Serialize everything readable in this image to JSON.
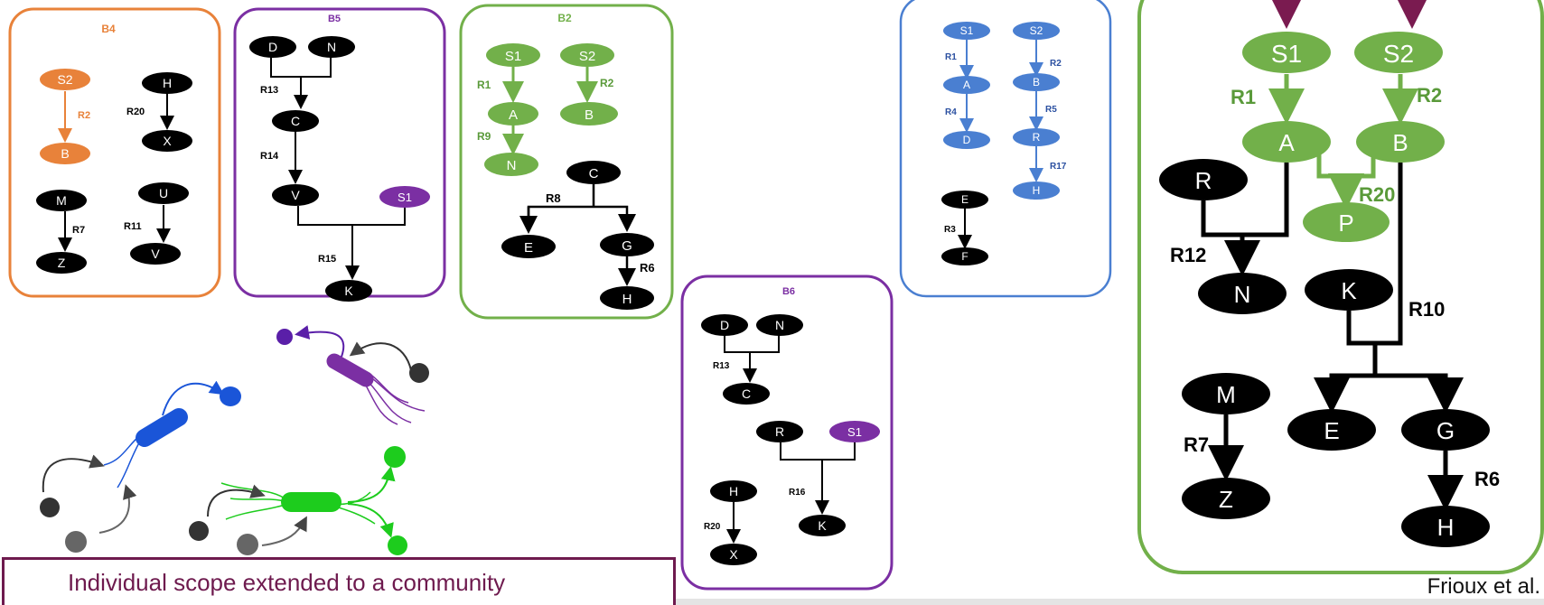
{
  "caption": "Individual scope extended to a community",
  "credit": "Frioux et al.",
  "colors": {
    "orange": "#e8823a",
    "purple": "#7b2fa3",
    "green": "#72b04a",
    "blue": "#4a7fd1",
    "maroon": "#7a1b50",
    "black": "#000000"
  },
  "panels": {
    "b4": {
      "title": "B4"
    },
    "b5": {
      "title": "B5"
    },
    "b2": {
      "title": "B2"
    },
    "b6": {
      "title": "B6"
    }
  },
  "nodes": {
    "s1": "S1",
    "s2": "S2",
    "a": "A",
    "b": "B",
    "c": "C",
    "d": "D",
    "e": "E",
    "f": "F",
    "g": "G",
    "h": "H",
    "k": "K",
    "m": "M",
    "n": "N",
    "p": "P",
    "r": "R",
    "u": "U",
    "v": "V",
    "x": "X",
    "z": "Z"
  },
  "reactions": {
    "r1": "R1",
    "r2": "R2",
    "r3": "R3",
    "r4": "R4",
    "r5": "R5",
    "r6": "R6",
    "r7": "R7",
    "r8": "R8",
    "r9": "R9",
    "r10": "R10",
    "r11": "R11",
    "r12": "R12",
    "r13": "R13",
    "r14": "R14",
    "r15": "R15",
    "r16": "R16",
    "r17": "R17",
    "r20": "R20"
  }
}
